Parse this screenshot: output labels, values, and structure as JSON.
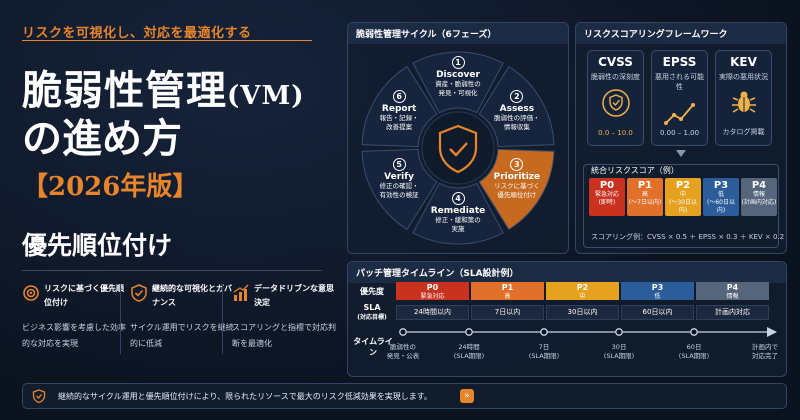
{
  "hero": {
    "tagline": "リスクを可視化し、対応を最適化する",
    "title_main": "脆弱性管理",
    "title_abbr": "(VM)",
    "title_line2": "の進め方",
    "edition": "【2026年版】",
    "subtitle": "優先順位付け"
  },
  "features": [
    {
      "title": "リスクに基づく優先順位付け",
      "desc": "ビジネス影響を考慮した効率的な対応を実現",
      "icon": "target-icon"
    },
    {
      "title": "継続的な可視化とガバナンス",
      "desc": "サイクル運用でリスクを継続的に低減",
      "icon": "shield-check-icon"
    },
    {
      "title": "データドリブンな意思決定",
      "desc": "スコアリングと指標で対応判断を最適化",
      "icon": "bar-chart-icon"
    }
  ],
  "cycle": {
    "header": "脆弱性管理サイクル（6フェーズ）",
    "phases": [
      {
        "num": "1",
        "name": "Discover",
        "desc1": "資産・脆弱性の",
        "desc2": "発見・可視化"
      },
      {
        "num": "2",
        "name": "Assess",
        "desc1": "脆弱性の評価・",
        "desc2": "情報収集"
      },
      {
        "num": "3",
        "name": "Prioritize",
        "desc1": "リスクに基づく",
        "desc2": "優先順位付け"
      },
      {
        "num": "4",
        "name": "Remediate",
        "desc1": "修正・緩和策の",
        "desc2": "実施"
      },
      {
        "num": "5",
        "name": "Verify",
        "desc1": "修正の確認・",
        "desc2": "有効性の検証"
      },
      {
        "num": "6",
        "name": "Report",
        "desc1": "報告・記録・",
        "desc2": "改善提案"
      }
    ]
  },
  "risk": {
    "header": "リスクスコアリングフレームワーク",
    "cards": [
      {
        "name": "CVSS",
        "desc": "脆弱性の深刻度",
        "range": "0.0 – 10.0",
        "icon": "gauge-shield-icon"
      },
      {
        "name": "EPSS",
        "desc": "悪用される可能性",
        "range": "0.00 – 1.00",
        "icon": "trend-line-icon"
      },
      {
        "name": "KEV",
        "desc": "実際の悪用状況",
        "range": "カタログ掲載",
        "icon": "bug-icon"
      }
    ],
    "score_title": "統合リスクスコア（例）",
    "priorities": [
      {
        "p": "P0",
        "l1": "緊急対応",
        "l2": "(即時)",
        "color": "#c8321f"
      },
      {
        "p": "P1",
        "l1": "高",
        "l2": "(〜7日以内)",
        "color": "#e0702a"
      },
      {
        "p": "P2",
        "l1": "中",
        "l2": "(〜30日以内)",
        "color": "#e6a21f"
      },
      {
        "p": "P3",
        "l1": "低",
        "l2": "(〜60日以内)",
        "color": "#2a5d9a"
      },
      {
        "p": "P4",
        "l1": "情報",
        "l2": "(計画内対応)",
        "color": "#55657c"
      }
    ],
    "formula": "スコアリング例：CVSS × 0.5  ＋  EPSS × 0.3  ＋  KEV × 0.2"
  },
  "timeline": {
    "header": "パッチ管理タイムライン（SLA設計例）",
    "row_priority": "優先度",
    "row_sla1": "SLA",
    "row_sla2": "(対応目標)",
    "row_timeline": "タイムライン",
    "cols": [
      {
        "p": "P0",
        "sub": "緊急対応",
        "sla": "24時間以内",
        "color": "#c8321f"
      },
      {
        "p": "P1",
        "sub": "高",
        "sla": "7日以内",
        "color": "#e0702a"
      },
      {
        "p": "P2",
        "sub": "中",
        "sla": "30日以内",
        "color": "#e6a21f"
      },
      {
        "p": "P3",
        "sub": "低",
        "sla": "60日以内",
        "color": "#2a5d9a"
      },
      {
        "p": "P4",
        "sub": "情報",
        "sla": "計画内対応",
        "color": "#55657c"
      }
    ],
    "ticks": [
      {
        "l1": "脆弱性の",
        "l2": "発見・公表"
      },
      {
        "l1": "24時間",
        "l2": "(SLA期限)"
      },
      {
        "l1": "7日",
        "l2": "(SLA期限)"
      },
      {
        "l1": "30日",
        "l2": "(SLA期限)"
      },
      {
        "l1": "60日",
        "l2": "(SLA期限)"
      },
      {
        "l1": "計画内で",
        "l2": "対応完了"
      }
    ]
  },
  "footer": {
    "text": "継続的なサイクル運用と優先順位付けにより、限られたリソースで最大のリスク低減効果を実現します。"
  }
}
